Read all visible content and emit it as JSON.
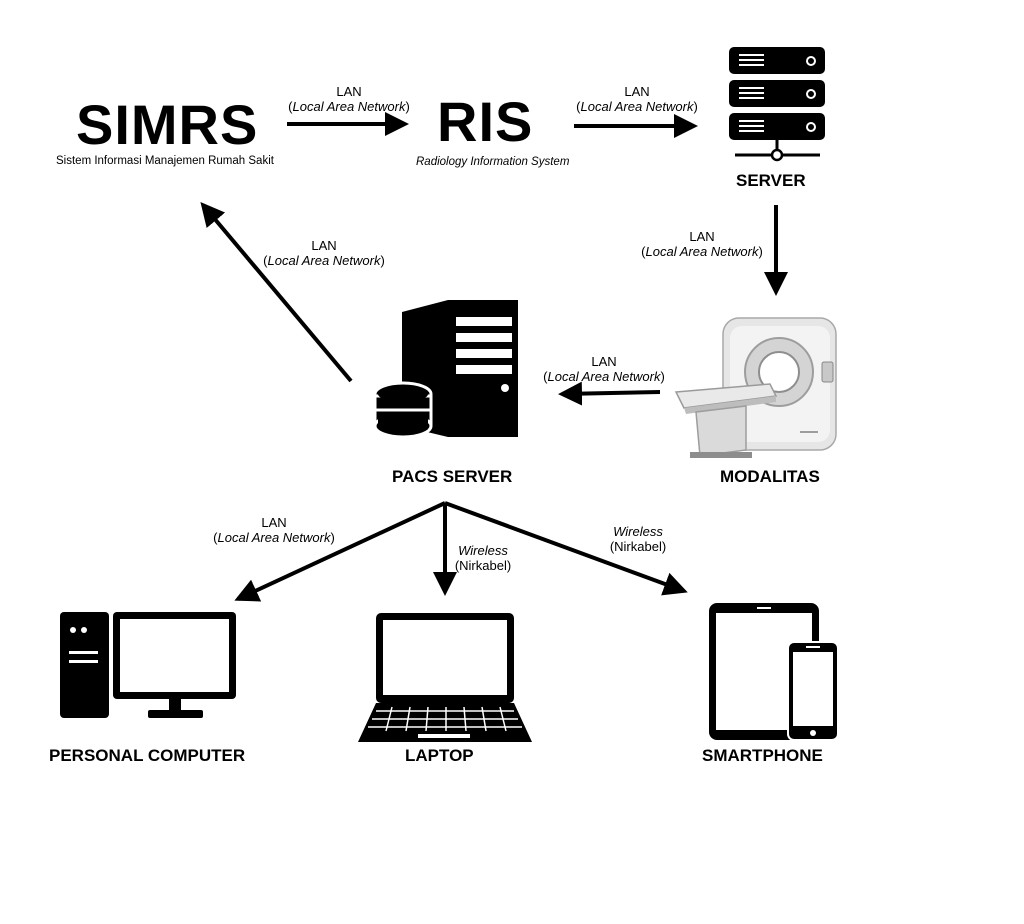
{
  "nodes": {
    "simrs": {
      "title": "SIMRS",
      "subtitle": "Sistem Informasi Manajemen Rumah Sakit"
    },
    "ris": {
      "title": "RIS",
      "subtitle": "Radiology Information System"
    },
    "server": {
      "label": "SERVER"
    },
    "modalitas": {
      "label": "MODALITAS"
    },
    "pacs": {
      "label": "PACS SERVER"
    },
    "pc": {
      "label": "PERSONAL COMPUTER"
    },
    "laptop": {
      "label": "LAPTOP"
    },
    "smartphone": {
      "label": "SMARTPHONE"
    }
  },
  "links": {
    "simrs_ris": {
      "line1": "LAN",
      "open": "(",
      "italic": "Local Area Network",
      "close": ")"
    },
    "ris_server": {
      "line1": "LAN",
      "open": "(",
      "italic": "Local Area Network",
      "close": ")"
    },
    "server_modalitas": {
      "line1": "LAN",
      "open": "(",
      "italic": "Local Area Network",
      "close": ")"
    },
    "modalitas_pacs": {
      "line1": "LAN",
      "open": "(",
      "italic": "Local Area Network",
      "close": ")"
    },
    "pacs_simrs": {
      "line1": "LAN",
      "open": "(",
      "italic": "Local Area Network",
      "close": ")"
    },
    "pacs_pc": {
      "line1": "LAN",
      "open": "(",
      "italic": "Local Area Network",
      "close": ")"
    },
    "pacs_laptop": {
      "line1": "Wireless",
      "line2": "(Nirkabel)"
    },
    "pacs_smartphone": {
      "line1": "Wireless",
      "line2": "(Nirkabel)"
    }
  },
  "icons": {
    "server": "server-rack-icon",
    "modalitas": "ct-scanner-icon",
    "pacs": "pacs-server-database-icon",
    "pc": "desktop-computer-icon",
    "laptop": "laptop-icon",
    "smartphone": "tablet-smartphone-icon"
  },
  "colors": {
    "ink": "#000000",
    "device_gray": "#cfcfcf"
  }
}
